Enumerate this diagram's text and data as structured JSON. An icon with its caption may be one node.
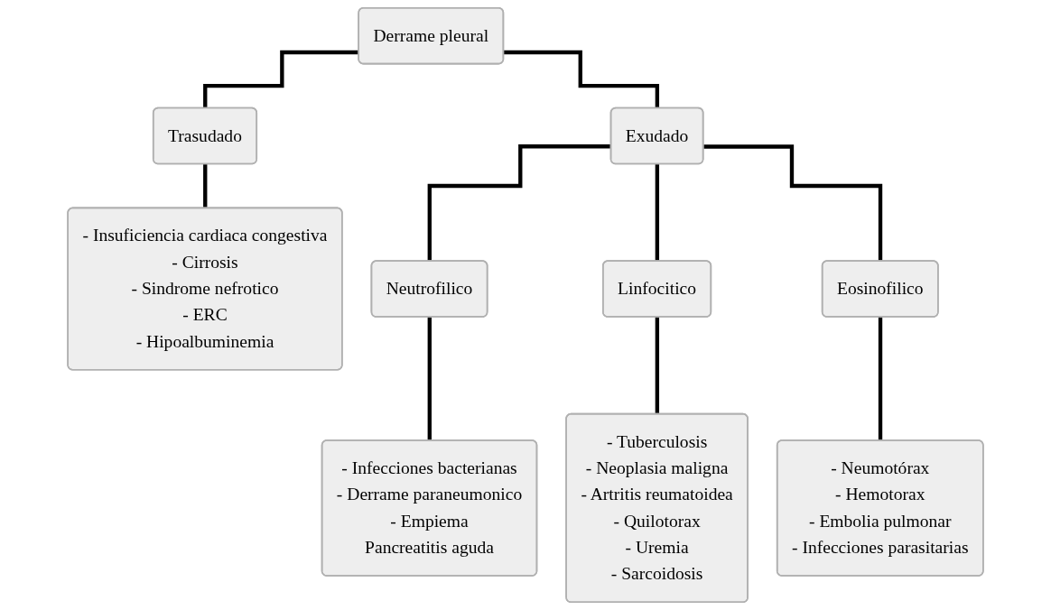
{
  "diagram": {
    "nodes": [
      {
        "text": [
          "Derrame pleural"
        ]
      },
      {
        "text": [
          "Trasudado"
        ]
      },
      {
        "text": [
          "Exudado"
        ]
      },
      {
        "text": [
          "- Insuficiencia cardiaca congestiva",
          "- Cirrosis",
          "- Sindrome nefrotico",
          "- ERC",
          "- Hipoalbuminemia"
        ]
      },
      {
        "text": [
          "Neutrofilico"
        ]
      },
      {
        "text": [
          "Linfocitico"
        ]
      },
      {
        "text": [
          "Eosinofilico"
        ]
      },
      {
        "text": [
          "- Infecciones bacterianas",
          "- Derrame paraneumonico",
          "- Empiema",
          "Pancreatitis aguda"
        ]
      },
      {
        "text": [
          "- Tuberculosis",
          "- Neoplasia maligna",
          "- Artritis reumatoidea",
          "- Quilotorax",
          "- Uremia",
          "- Sarcoidosis"
        ]
      },
      {
        "text": [
          "- Neumotórax",
          "- Hemotorax",
          "- Embolia pulmonar",
          "- Infecciones parasitarias"
        ]
      }
    ],
    "edges": [
      {
        "from": 0,
        "to": 1,
        "arrow": "none"
      },
      {
        "from": 0,
        "to": 2,
        "arrow": "none"
      },
      {
        "from": 1,
        "to": 3,
        "arrow": "none"
      },
      {
        "from": 2,
        "to": 4,
        "arrow": "none"
      },
      {
        "from": 2,
        "to": 5,
        "arrow": "none"
      },
      {
        "from": 2,
        "to": 6,
        "arrow": "none"
      },
      {
        "from": 4,
        "to": 7,
        "arrow": "none"
      },
      {
        "from": 5,
        "to": 8,
        "arrow": "none"
      },
      {
        "from": 6,
        "to": 9,
        "arrow": "none"
      }
    ]
  }
}
